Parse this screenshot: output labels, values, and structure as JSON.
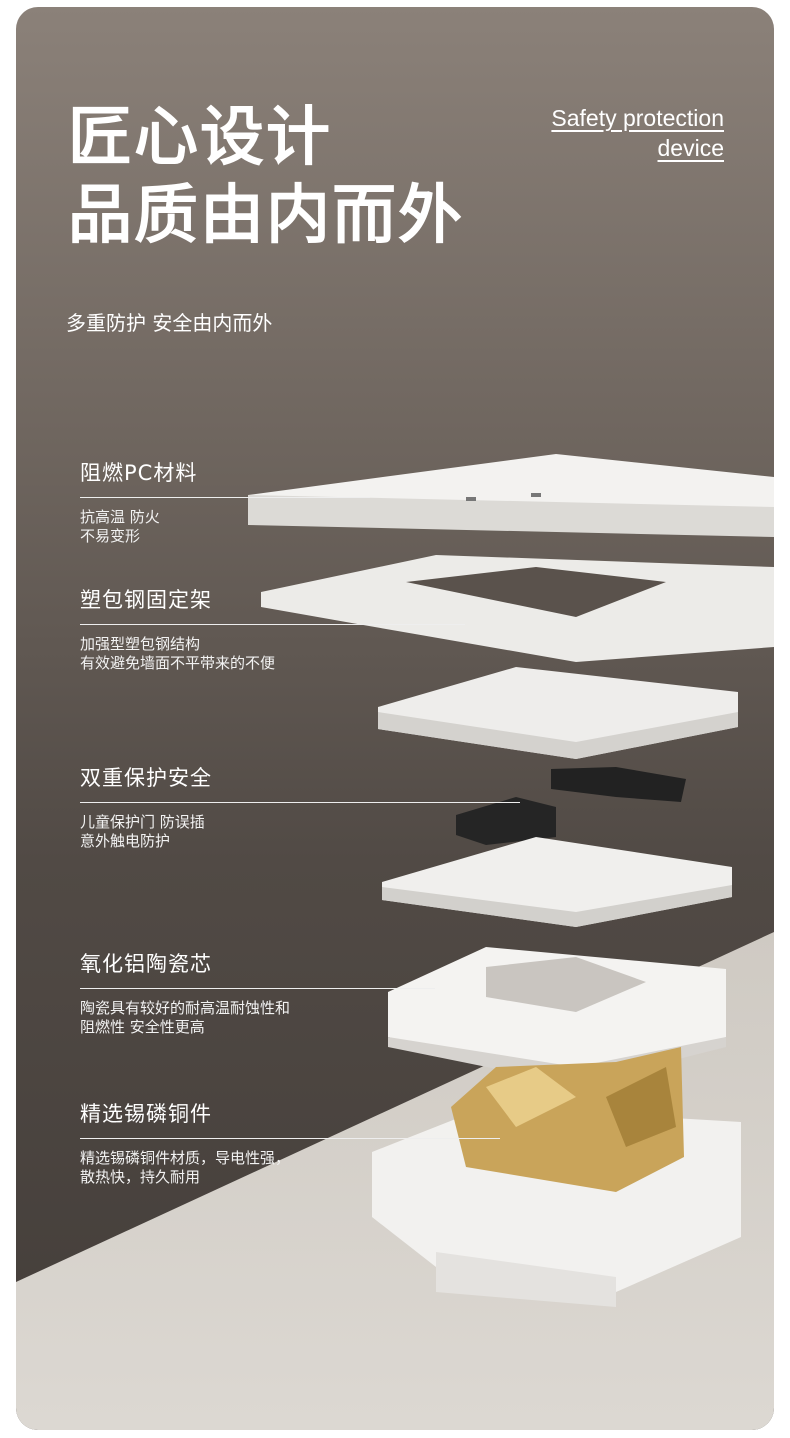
{
  "header": {
    "title_line1": "匠心设计",
    "title_line2": "品质由内而外",
    "english_line1": "Safety protection",
    "english_line2": "device",
    "subtitle": "多重防护 安全由内而外"
  },
  "features": [
    {
      "title": "阻燃PC材料",
      "desc1": "抗高温 防火",
      "desc2": "不易变形"
    },
    {
      "title": "塑包钢固定架",
      "desc1": "加强型塑包钢结构",
      "desc2": "有效避免墙面不平带来的不便"
    },
    {
      "title": "双重保护安全",
      "desc1": "儿童保护门 防误插",
      "desc2": "意外触电防护"
    },
    {
      "title": "氧化铝陶瓷芯",
      "desc1": "陶瓷具有较好的耐高温耐蚀性和",
      "desc2": "阻燃性 安全性更高"
    },
    {
      "title": "精选锡磷铜件",
      "desc1": "精选锡磷铜件材质，导电性强，",
      "desc2": "散热快，持久耐用"
    }
  ],
  "colors": {
    "floor": "#d9d5cf",
    "brass": "#c9a45a",
    "plastic": "#f1f0ee"
  }
}
